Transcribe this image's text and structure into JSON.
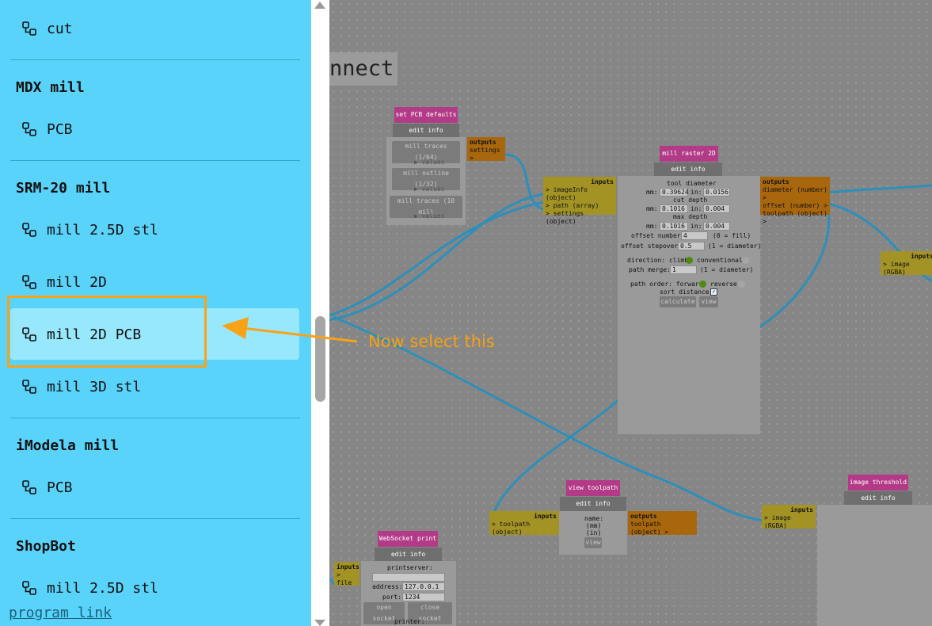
{
  "sidebar": {
    "items": [
      {
        "label": "cut",
        "type": "item"
      },
      {
        "label": "MDX mill",
        "type": "section"
      },
      {
        "label": "PCB",
        "type": "item"
      },
      {
        "label": "SRM-20 mill",
        "type": "section"
      },
      {
        "label": "mill 2.5D stl",
        "type": "item"
      },
      {
        "label": "mill 2D",
        "type": "item"
      },
      {
        "label": "mill 2D PCB",
        "type": "item",
        "selected": true
      },
      {
        "label": "mill 3D stl",
        "type": "item"
      },
      {
        "label": "iModela mill",
        "type": "section"
      },
      {
        "label": "PCB",
        "type": "item"
      },
      {
        "label": "ShopBot",
        "type": "section"
      },
      {
        "label": "mill 2.5D stl",
        "type": "item"
      }
    ],
    "program_link": "program link"
  },
  "annotation": {
    "text": "Now select this",
    "color": "#f6a10f"
  },
  "canvas": {
    "title_fragment": "nnect",
    "modules": {
      "set_pcb": {
        "name": "set PCB defaults",
        "bar": "edit info collapse",
        "buttons": [
          "mill traces (1/64)",
          "mill outline (1/32)",
          "mill traces (10 mil)"
        ],
        "values": "▶ values",
        "outputs_hdr": "outputs",
        "outputs": [
          "settings >"
        ]
      },
      "mill_raster": {
        "name": "mill raster 2D",
        "bar": "edit info collapse",
        "inputs_hdr": "inputs",
        "inputs": [
          "> imageInfo (object)",
          "> path (array)",
          "> settings (object)"
        ],
        "outputs_hdr": "outputs",
        "outputs": [
          "diameter (number) >",
          "offset (number) >",
          "toolpath (object) >"
        ],
        "tool_diameter": "tool diameter",
        "mm": "mm:",
        "in": "in:",
        "td_mm": "0.39624",
        "td_in": "0.0156",
        "cut_depth": "cut depth",
        "cd_mm": "0.1016",
        "cd_in": "0.004",
        "max_depth": "max depth",
        "md_mm": "0.1016",
        "md_in": "0.004",
        "offset_number": "offset number:",
        "offset_number_val": "4",
        "offset_number_hint": "(0 = fill)",
        "offset_stepover": "offset stepover:",
        "offset_stepover_val": "0.5",
        "offset_stepover_hint": "(1 = diameter)",
        "direction": "direction: climb",
        "conventional": "conventional",
        "path_merge": "path merge:",
        "path_merge_val": "1",
        "path_merge_hint": "(1 = diameter)",
        "path_order": "path order: forward",
        "reverse": "reverse",
        "sort_distance": "sort distance:",
        "calculate": "calculate",
        "view": "view"
      },
      "view_toolpath": {
        "name": "view toolpath",
        "bar": "edit info collapse",
        "inputs_hdr": "inputs",
        "inputs": [
          "> toolpath (object)"
        ],
        "outputs_hdr": "outputs",
        "outputs": [
          "toolpath (object) >"
        ],
        "name_lbl": "name:",
        "mm": "(mm)",
        "in": "(in)",
        "view": "view"
      },
      "websocket": {
        "name": "WebSocket print",
        "bar": "edit info collapse",
        "inputs_hdr": "inputs",
        "inputs": [
          "> file"
        ],
        "printserver": "printserver:",
        "address": "address:",
        "address_val": "127.0.0.1",
        "port": "port:",
        "port_val": "1234",
        "open_socket": "open socket",
        "close_socket": "close socket",
        "printer": "printer:"
      },
      "image_threshold": {
        "name": "image threshold",
        "bar": "edit info collapse",
        "inputs_hdr": "inputs",
        "inputs": [
          "> image (RGBA)"
        ]
      },
      "right_input": {
        "inputs_hdr": "inputs",
        "inputs": [
          "> image (RGBA)"
        ]
      }
    }
  },
  "colors": {
    "sidebar": "#5ad3fb",
    "highlight": "#97e8fd",
    "module_name": "#b23a86",
    "input": "#a39324",
    "output": "#a8670c",
    "wire": "#2d8fba",
    "radio_on": "#4e8a10"
  }
}
